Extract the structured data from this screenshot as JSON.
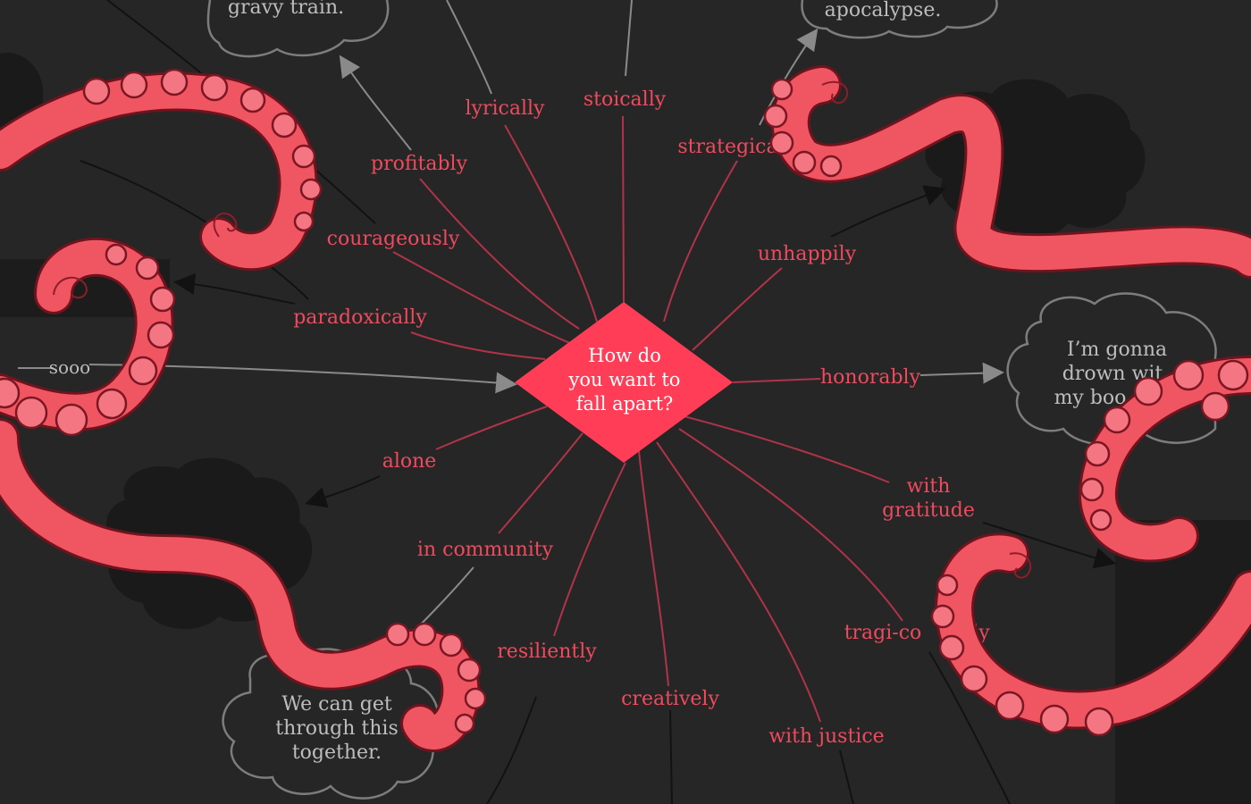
{
  "center": {
    "lines": [
      "How do",
      "you want to",
      "fall apart?"
    ],
    "color": "#ff3d57"
  },
  "labels": {
    "lyrically": "lyrically",
    "stoically": "stoically",
    "strategically": "strategical",
    "profitably": "profitably",
    "courageously": "courageously",
    "paradoxically": "paradoxically",
    "unhappily": "unhappily",
    "honorably": "honorably",
    "alone": "alone",
    "in_community": "in community",
    "resiliently": "resiliently",
    "creatively": "creatively",
    "with_justice": "with justice",
    "with_gratitude_1": "with",
    "with_gratitude_2": "gratitude",
    "tragicomically": "tragi-co",
    "tragicomically_end": "ly",
    "soooo": "sooo"
  },
  "clouds": {
    "gravy": "gravy train.",
    "apocalypse": "apocalypse.",
    "drown_1": "I’m gonna",
    "drown_2": "drown wit",
    "drown_3": "my boo",
    "together_1": "We can get",
    "together_2": "through this",
    "together_3": "together."
  },
  "colors": {
    "background": "#262626",
    "accent": "#ff3d57",
    "label": "#ef4a5d",
    "tentacle": "#f05562",
    "tentacle_dark": "#8c1e2a",
    "cloud_text": "#bdbdbd"
  }
}
